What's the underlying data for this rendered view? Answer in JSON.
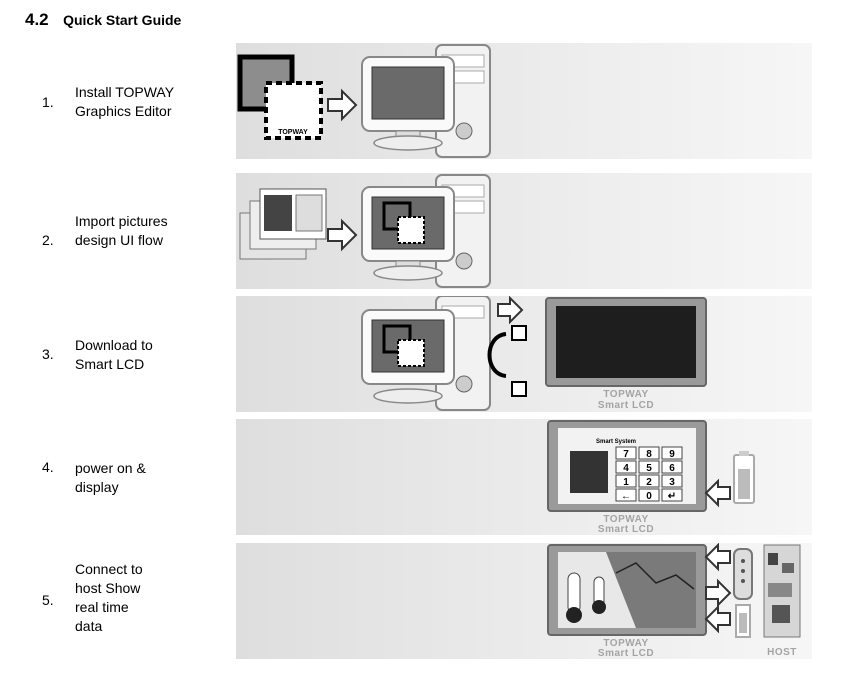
{
  "heading": {
    "number": "4.2",
    "title": "Quick Start Guide"
  },
  "steps": [
    {
      "index": "1.",
      "text": "Install TOPWAY\nGraphics Editor"
    },
    {
      "index": "2.",
      "text": "Import pictures\ndesign UI flow"
    },
    {
      "index": "3.",
      "text": "Download to\nSmart LCD"
    },
    {
      "index": "4.",
      "text": "power on &\ndisplay"
    },
    {
      "index": "5.",
      "text": "Connect to\nhost Show\nreal time\ndata"
    }
  ],
  "illustration": {
    "box_logo": "TOPWAY",
    "lcd_brand": "TOPWAY",
    "lcd_model": "Smart LCD",
    "host_label": "HOST",
    "ui_screen_title": "Smart System",
    "keypad_keys": [
      "7",
      "8",
      "9",
      "4",
      "5",
      "6",
      "1",
      "2",
      "3",
      "←",
      "0",
      "↵"
    ]
  }
}
